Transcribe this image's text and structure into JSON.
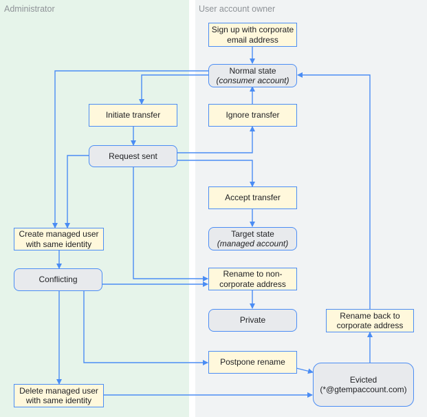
{
  "lanes": {
    "admin": "Administrator",
    "owner": "User account owner"
  },
  "nodes": {
    "signup": [
      "Sign up with corporate",
      "email address"
    ],
    "normal": [
      "Normal state",
      "(consumer account)"
    ],
    "initiate": [
      "Initiate transfer"
    ],
    "ignore": [
      "Ignore transfer"
    ],
    "request": [
      "Request sent"
    ],
    "accept": [
      "Accept transfer"
    ],
    "create_managed": [
      "Create managed user",
      "with same identity"
    ],
    "target": [
      "Target state",
      "(managed account)"
    ],
    "conflicting": [
      "Conflicting"
    ],
    "rename_non": [
      "Rename to non-",
      "corporate address"
    ],
    "private": [
      "Private"
    ],
    "rename_back": [
      "Rename back to",
      "corporate address"
    ],
    "postpone": [
      "Postpone rename"
    ],
    "evicted": [
      "Evicted",
      "(*@gtempaccount.com)"
    ],
    "delete_managed": [
      "Delete managed user",
      "with same identity"
    ]
  },
  "colors": {
    "admin_lane": "#e6f4ea",
    "owner_lane": "#f1f3f4",
    "arrow": "#4a8cf4",
    "action_fill": "#fff8dc",
    "state_fill": "#e8eaed"
  }
}
